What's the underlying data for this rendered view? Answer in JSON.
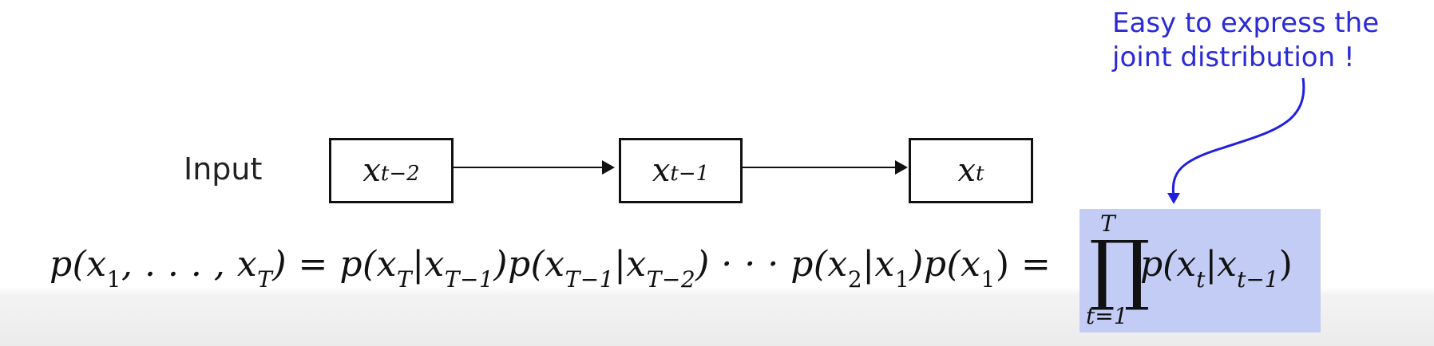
{
  "annotation": {
    "line1": "Easy to express the",
    "line2": "joint distribution !"
  },
  "diagram": {
    "input_label": "Input",
    "nodes": [
      {
        "base": "x",
        "sub": "t−2"
      },
      {
        "base": "x",
        "sub": "t−1"
      },
      {
        "base": "x",
        "sub": "t"
      }
    ]
  },
  "equation": {
    "lhs": "p(x",
    "lhs_sub1": "1",
    "lhs_mid": ", . . . , x",
    "lhs_subT": "T",
    "lhs_close": ") = p(x",
    "t1_sub_a": "T",
    "t1_bar": "|x",
    "t1_sub_b": "T−1",
    "t2_open": ")p(x",
    "t2_sub_a": "T−1",
    "t2_bar": "|x",
    "t2_sub_b": "T−2",
    "t3_open": ") · · · p(x",
    "t3_sub_a": "2",
    "t3_bar": "|x",
    "t3_sub_b": "1",
    "t4_open": ")p(x",
    "t4_sub": "1",
    "t4_close": ") =",
    "prod_upper": "T",
    "prod_symbol": "∏",
    "prod_lower": "t=1",
    "prod_open": "p(x",
    "prod_sub_a": "t",
    "prod_bar": "|x",
    "prod_sub_b": "t−1",
    "prod_close": ")"
  },
  "colors": {
    "annotation": "#2a2ad8",
    "highlight": "#c3ccf5",
    "arrow_blue": "#1f1fe0"
  }
}
